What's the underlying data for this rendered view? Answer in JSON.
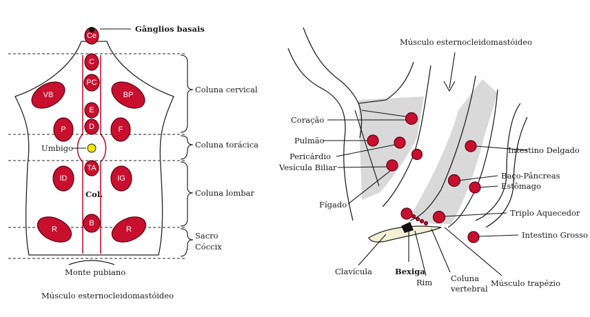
{
  "colors": {
    "point_red": "#c8102e",
    "shade_gray": "#d9d9d9",
    "umbigo_yellow": "#f2e600"
  },
  "left_panel": {
    "top_label": "Gânglios basais",
    "head_point": "Ce",
    "spine_points": [
      "C",
      "PC",
      "E",
      "D",
      "TA",
      "B"
    ],
    "umbigo": "Umbigo",
    "col": "Col.",
    "ovals": [
      "VB",
      "BP",
      "P",
      "F",
      "ID",
      "IG",
      "R",
      "R"
    ],
    "regions": [
      "Coluna cervical",
      "Coluna torácica",
      "Coluna lombar",
      "Sacro",
      "Cóccix"
    ],
    "bottom_label": "Monte pubiano",
    "caption": "Músculo esternocleidomastóideo"
  },
  "right_panel": {
    "top_label": "Músculo esternocleidomastóideo",
    "left_labels": [
      "Coração",
      "Pulmão",
      "Pericárdio",
      "Vesícula Biliar",
      "Fígado"
    ],
    "right_labels": [
      "Intestino Delgado",
      "Baço-Pâncreas",
      "Estômago",
      "Triplo Aquecedor",
      "Intestino Grosso"
    ],
    "bottom_labels": [
      "Clavícula",
      "Bexiga",
      "Rim",
      "Coluna",
      "vertebral",
      "Músculo trapézio"
    ]
  }
}
